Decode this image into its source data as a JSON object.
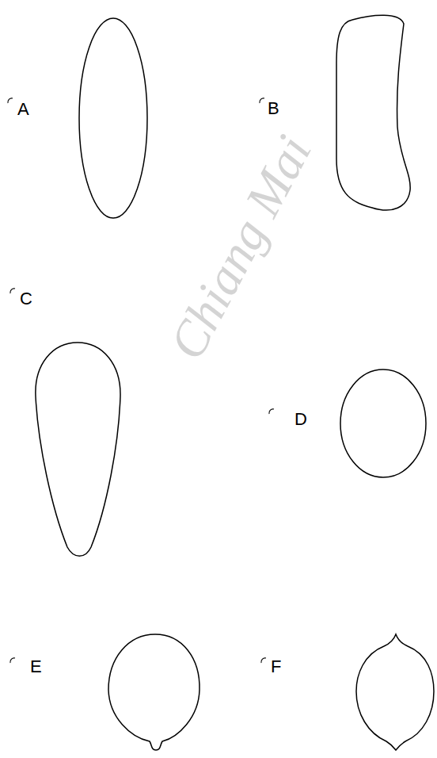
{
  "diagram": {
    "labels": [
      "A",
      "B",
      "C",
      "D",
      "E",
      "F",
      "Chiang Mai"
    ]
  }
}
